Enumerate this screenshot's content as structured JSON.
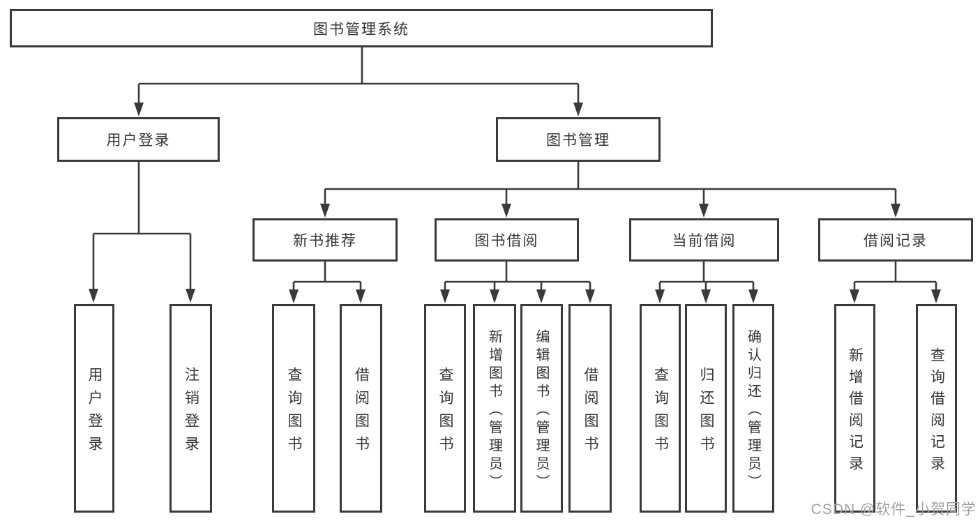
{
  "diagram": {
    "type": "tree",
    "title": "图书管理系统"
  },
  "tree": {
    "label": "图书管理系统",
    "children": [
      {
        "label": "用户登录",
        "children": [
          {
            "label": "用户登录"
          },
          {
            "label": "注销登录"
          }
        ]
      },
      {
        "label": "图书管理",
        "children": [
          {
            "label": "新书推荐",
            "children": [
              {
                "label": "查询图书"
              },
              {
                "label": "借阅图书"
              }
            ]
          },
          {
            "label": "图书借阅",
            "children": [
              {
                "label": "查询图书"
              },
              {
                "label": "新增图书（管理员）"
              },
              {
                "label": "编辑图书（管理员）"
              },
              {
                "label": "借阅图书"
              }
            ]
          },
          {
            "label": "当前借阅",
            "children": [
              {
                "label": "查询图书"
              },
              {
                "label": "归还图书"
              },
              {
                "label": "确认归还（管理员）"
              }
            ]
          },
          {
            "label": "借阅记录",
            "children": [
              {
                "label": "新增借阅记录"
              },
              {
                "label": "查询借阅记录"
              }
            ]
          }
        ]
      }
    ]
  },
  "watermark": {
    "text": "CSDN @软件_小贺同学"
  },
  "colors": {
    "line": "#3a3a3a",
    "box_border": "#3a3a3a",
    "text": "#333333",
    "background": "#ffffff",
    "watermark": "#9fa0a6"
  }
}
